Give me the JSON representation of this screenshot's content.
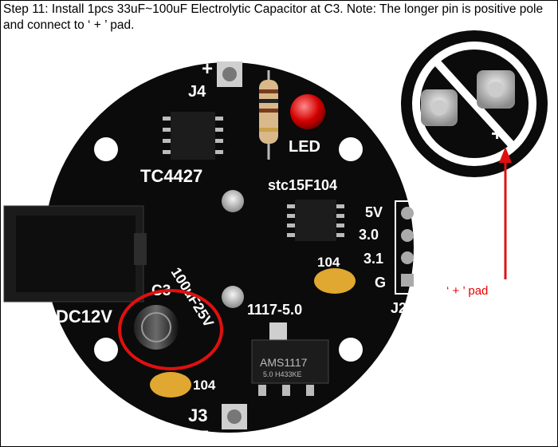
{
  "caption": "Step 11: Install 1pcs 33uF~100uF Electrolytic Capacitor at C3. Note: The longer pin is positive pole and connect to ‘ + ’ pad.",
  "callout_label": "‘ + ’ pad",
  "board_labels": {
    "j4": "J4",
    "j3": "J3",
    "plus": "+",
    "minus": "−",
    "led": "LED",
    "tc4427": "TC4427",
    "stc": "stc15F104",
    "v5": "5V",
    "v30": "3.0",
    "v31": "3.1",
    "g": "G",
    "j2": "J2",
    "c104_top": "104",
    "c104_bottom": "104",
    "reg": "1117-5.0",
    "dc": "DC12V",
    "c3": "C3",
    "cap_value": "100uF25V",
    "chip_ams": "AMS1117",
    "chip_ams_sub": "5.0  H433KE",
    "zoom_plus": "+"
  },
  "colors": {
    "pcb": "#0b0b0b",
    "silk": "#ffffff",
    "highlight": "#e01010",
    "arrow": "#e01010"
  }
}
